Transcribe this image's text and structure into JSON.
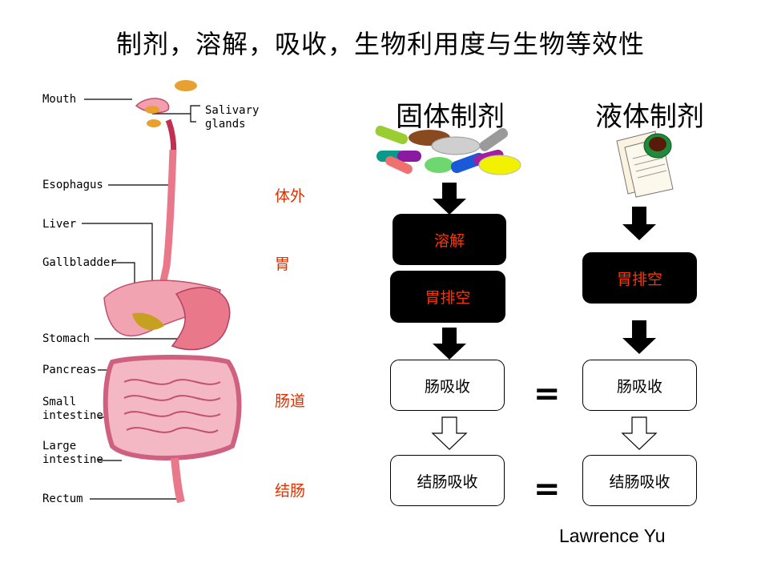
{
  "title": "制剂，溶解，吸收，生物利用度与生物等效性",
  "anatomy_labels": {
    "mouth": "Mouth",
    "salivary": "Salivary\nglands",
    "esophagus": "Esophagus",
    "liver": "Liver",
    "gallbladder": "Gallbladder",
    "stomach": "Stomach",
    "pancreas": "Pancreas",
    "small_intestine": "Small\nintestine",
    "large_intestine": "Large\nintestine",
    "rectum": "Rectum"
  },
  "regions": {
    "outside": "体外",
    "stomach": "胃",
    "intestine": "肠道",
    "colon": "结肠"
  },
  "solid": {
    "heading": "固体制剂",
    "dissolution": "溶解",
    "gastric_emptying": "胃排空",
    "intestinal_absorption": "肠吸收",
    "colon_absorption": "结肠吸收"
  },
  "liquid": {
    "heading": "液体制剂",
    "gastric_emptying": "胃排空",
    "intestinal_absorption": "肠吸收",
    "colon_absorption": "结肠吸收"
  },
  "equals": "=",
  "author": "Lawrence Yu",
  "colors": {
    "region_text": "#e03000",
    "dark_box_text": "#ff3300",
    "organ_pink": "#e8788a"
  }
}
